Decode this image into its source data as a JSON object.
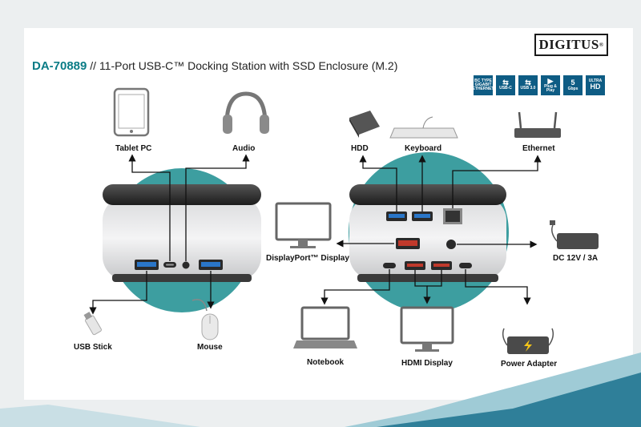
{
  "brand": {
    "logo_text": "DIGITUS"
  },
  "heading": {
    "model": "DA-70889",
    "separator": " // ",
    "title": "11-Port USB-C™ Docking Station with SSD Enclosure (M.2)"
  },
  "badges": [
    {
      "lines": [
        "BC TYPE",
        "GIGABIT",
        "ETHERNET"
      ],
      "icon": "ethernet-icon"
    },
    {
      "lines": [
        "USB-C"
      ],
      "icon": "usb-c-icon",
      "glyph": "⇆"
    },
    {
      "lines": [
        "USB 3.0"
      ],
      "icon": "usb-icon",
      "glyph": "⇆"
    },
    {
      "lines": [
        "Plug & Play"
      ],
      "icon": "plug-play-icon",
      "glyph": "▶"
    },
    {
      "big": "5",
      "lines": [
        "Gbps"
      ],
      "icon": "speed-icon"
    },
    {
      "lines": [
        "ULTRA"
      ],
      "big": "HD",
      "icon": "ultra-hd-icon"
    }
  ],
  "labels": {
    "tablet": "Tablet PC",
    "audio": "Audio",
    "usb_stick": "USB Stick",
    "mouse": "Mouse",
    "hdd": "HDD",
    "keyboard": "Keyboard",
    "ethernet": "Ethernet",
    "displayport": "DisplayPort™ Display",
    "dc": "DC 12V / 3A",
    "notebook": "Notebook",
    "hdmi": "HDMI Display",
    "power_adapter": "Power Adapter"
  },
  "colors": {
    "accent": "#0a7c86",
    "teal_circle": "#3d9ea0",
    "wave_light": "#8fc3cf",
    "wave_dark": "#2f7f99",
    "badge": "#0e5c84"
  }
}
